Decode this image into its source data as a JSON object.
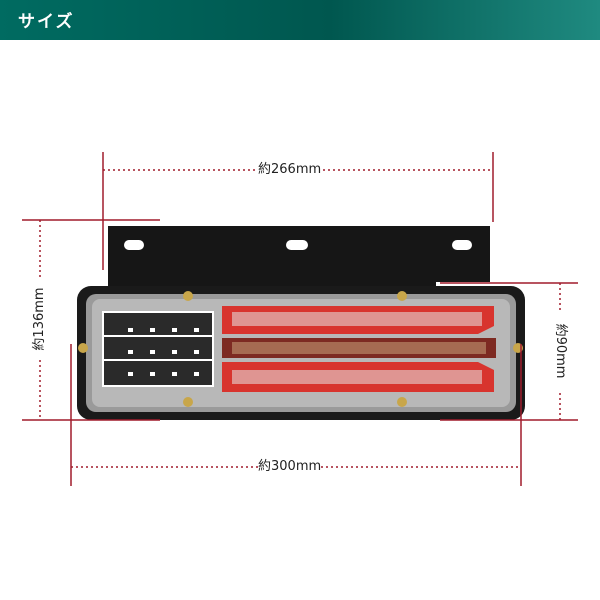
{
  "header": {
    "title": "サイズ"
  },
  "dimensions": {
    "bracket_width": "約266mm",
    "total_height": "約136mm",
    "body_height": "約90mm",
    "total_width": "約300mm"
  },
  "colors": {
    "header_bg": "#00574f",
    "dimension_line": "#a01c2c",
    "lens_red": "#d8342e",
    "housing": "#1a1a1a"
  }
}
